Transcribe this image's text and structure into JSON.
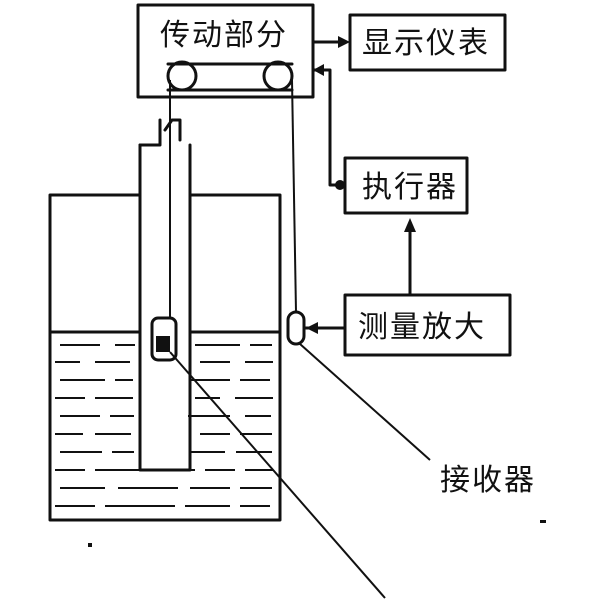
{
  "diagram": {
    "boxes": {
      "drive_unit": "传动部分",
      "display_meter": "显示仪表",
      "actuator": "执行器",
      "measure_amplifier": "测量放大"
    },
    "labels": {
      "receiver": "接收器"
    }
  }
}
